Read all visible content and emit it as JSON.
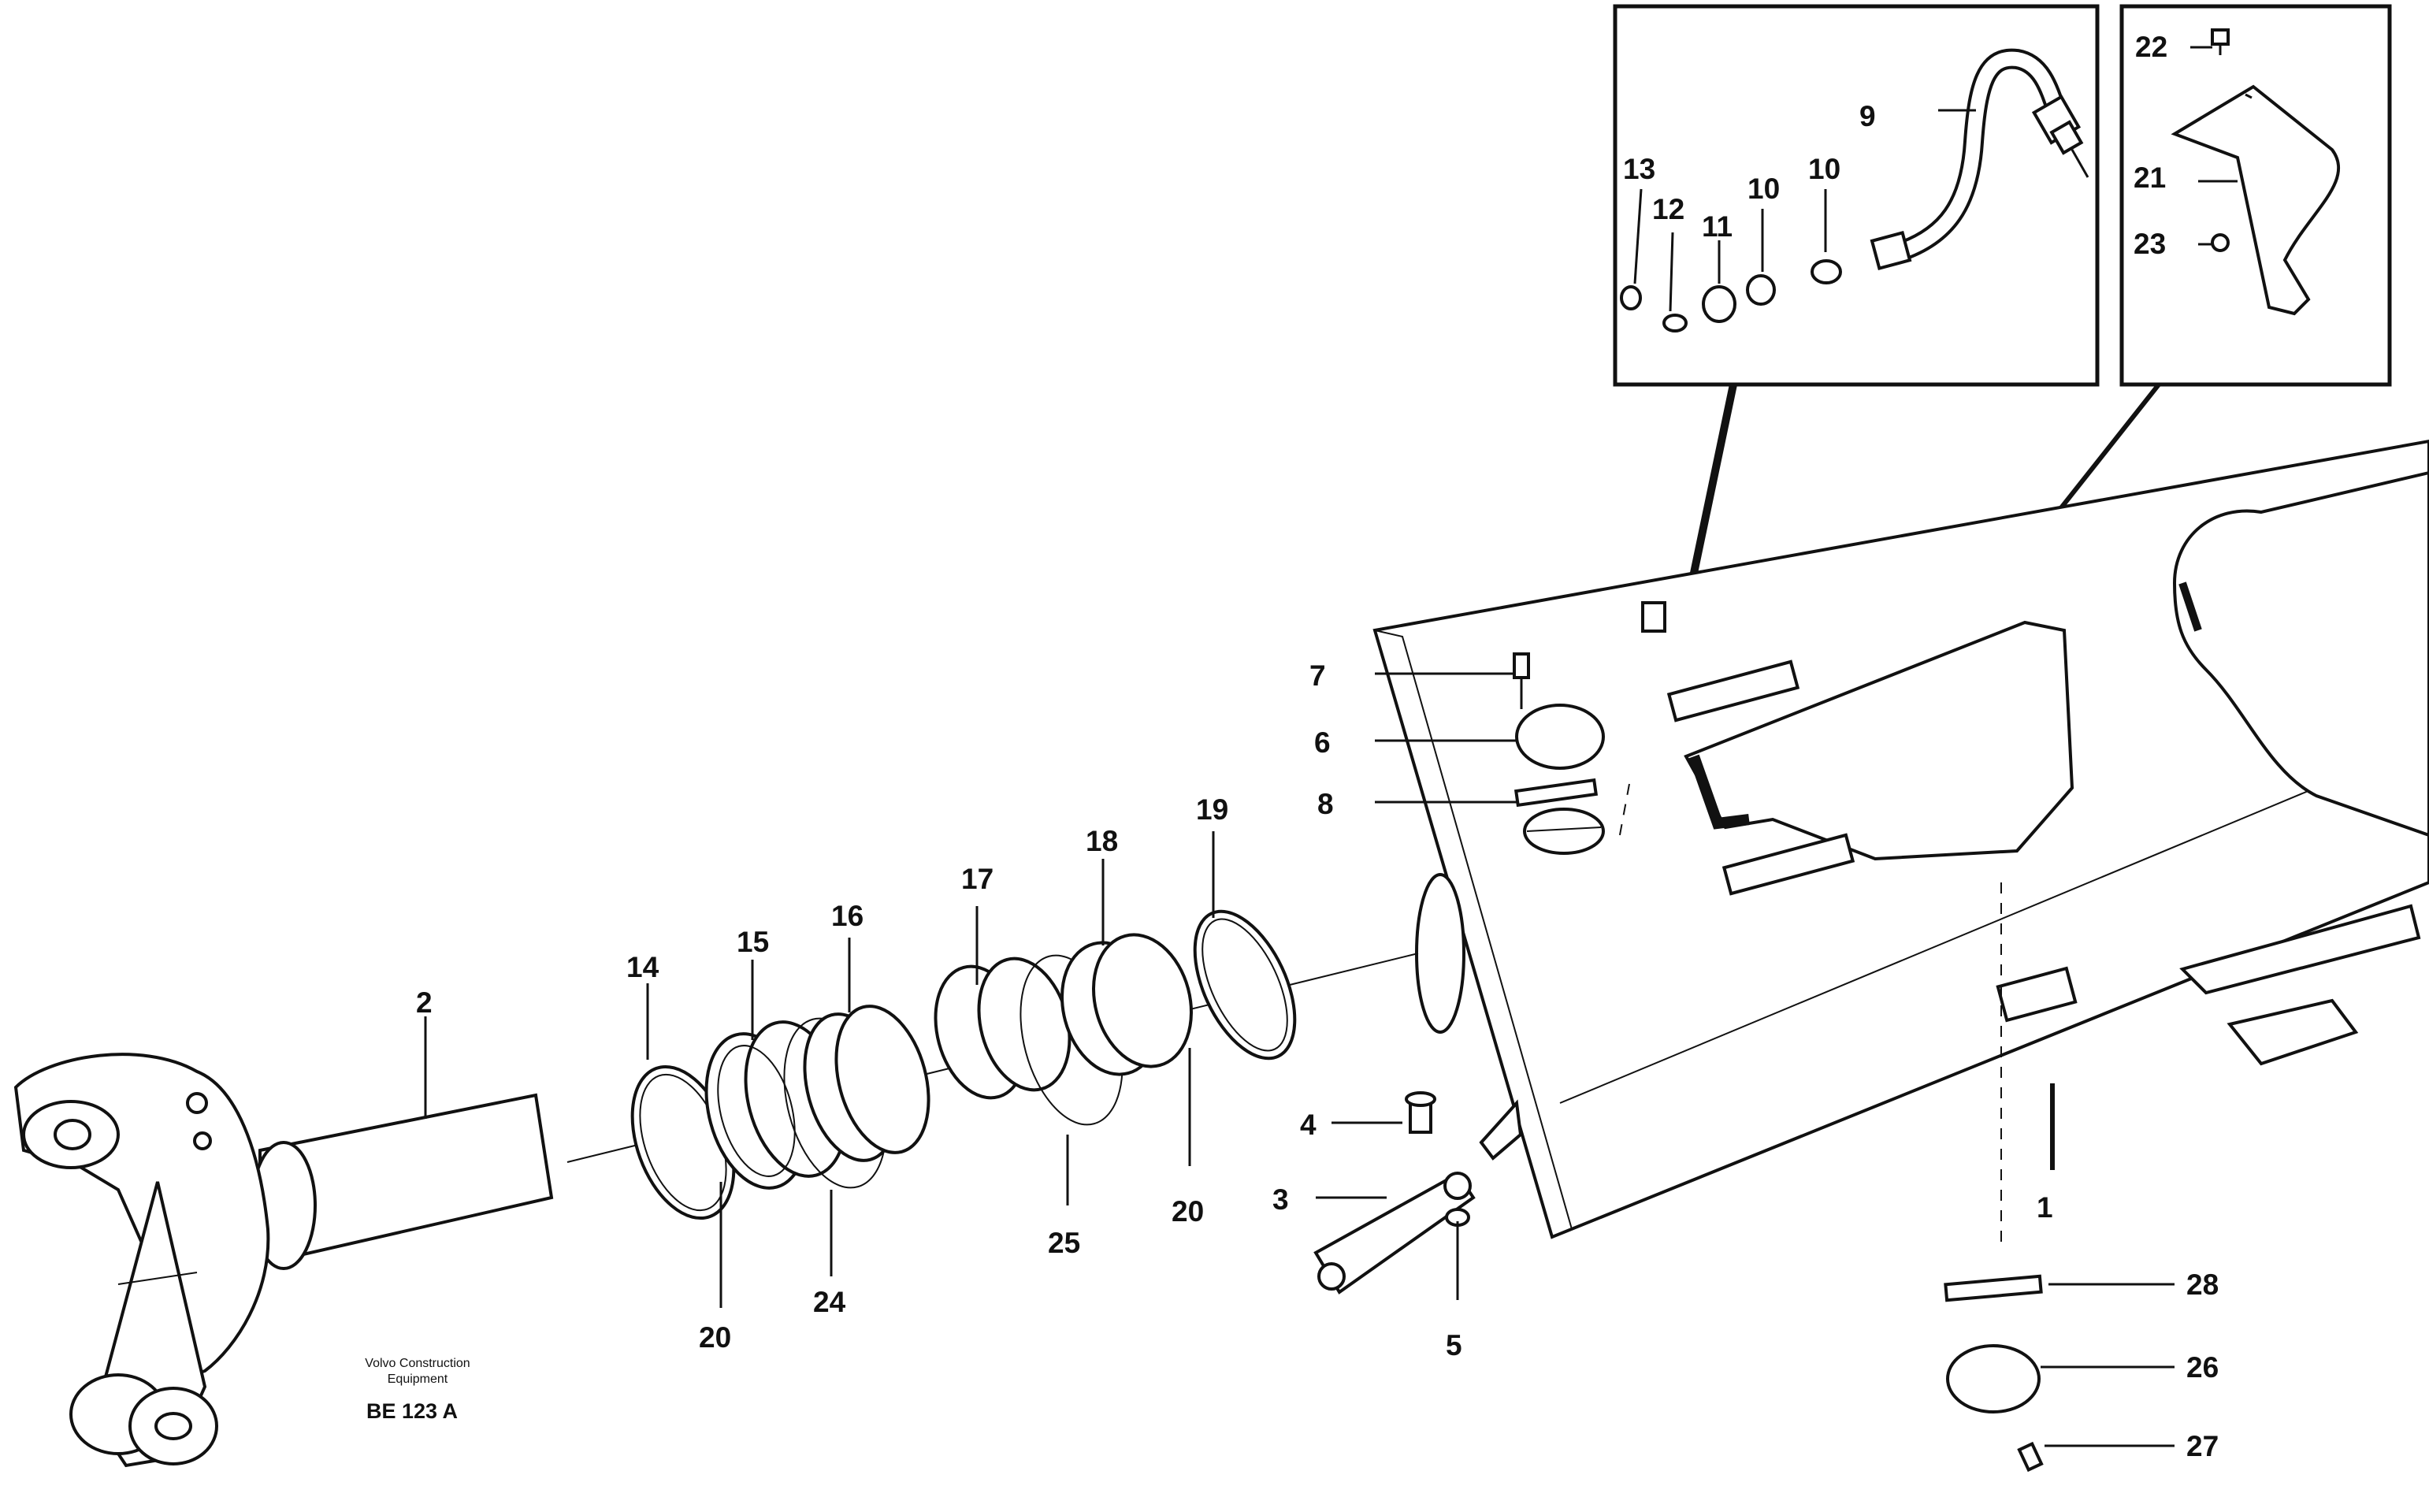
{
  "labels": {
    "p1": "1",
    "p2": "2",
    "p3": "3",
    "p4": "4",
    "p5": "5",
    "p6": "6",
    "p7": "7",
    "p8": "8",
    "p9": "9",
    "p10a": "10",
    "p10b": "10",
    "p11": "11",
    "p12": "12",
    "p13": "13",
    "p14": "14",
    "p15": "15",
    "p16": "16",
    "p17": "17",
    "p18": "18",
    "p19": "19",
    "p20a": "20",
    "p20b": "20",
    "p21": "21",
    "p22": "22",
    "p23": "23",
    "p24": "24",
    "p25": "25",
    "p26": "26",
    "p27": "27",
    "p28": "28"
  },
  "brand": {
    "line1": "Volvo Construction",
    "line2": "Equipment",
    "code": "BE 123 A"
  },
  "icons": {
    "yoke": "yoke-icon",
    "axle_housing": "axle-housing-icon",
    "hose": "hose-icon",
    "bracket": "bracket-icon"
  }
}
